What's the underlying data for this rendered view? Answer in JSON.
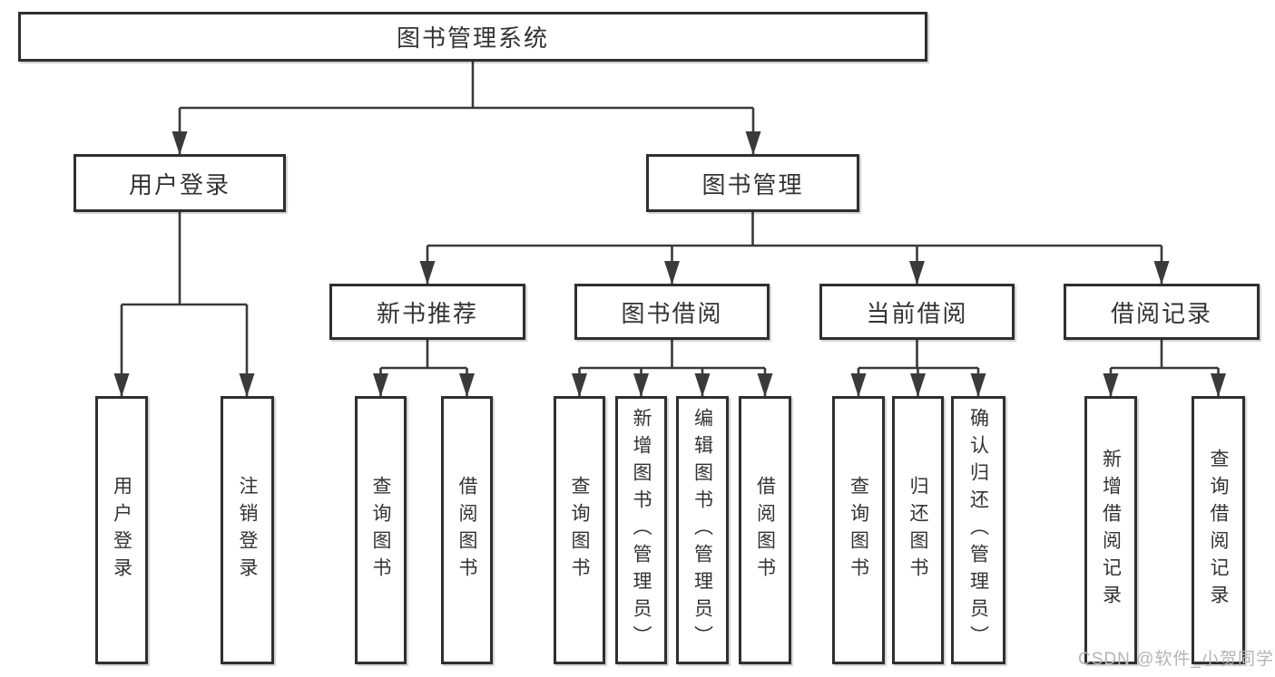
{
  "diagram": {
    "title": "图书管理系统",
    "watermark": "CSDN @软件_小贺同学",
    "colors": {
      "background": "#ffffff",
      "box_fill": "#ffffff",
      "box_border": "#2f2f2f",
      "connector": "#3a3a3a",
      "text": "#333333",
      "watermark": "#b4b4b4"
    },
    "nodes": {
      "root": {
        "label": "图书管理系统"
      },
      "user_login": {
        "label": "用户登录"
      },
      "book_mgmt": {
        "label": "图书管理"
      },
      "new_book_rec": {
        "label": "新书推荐"
      },
      "book_borrow": {
        "label": "图书借阅"
      },
      "current_borrow": {
        "label": "当前借阅"
      },
      "borrow_record": {
        "label": "借阅记录"
      },
      "login_user": {
        "label": "用户登录"
      },
      "login_logout": {
        "label": "注销登录"
      },
      "rec_query": {
        "label": "查询图书"
      },
      "rec_borrow": {
        "label": "借阅图书"
      },
      "bb_query": {
        "label": "查询图书"
      },
      "bb_add": {
        "label": "新增图书（管理员）"
      },
      "bb_edit": {
        "label": "编辑图书（管理员）"
      },
      "bb_borrow": {
        "label": "借阅图书"
      },
      "cb_query": {
        "label": "查询图书"
      },
      "cb_return": {
        "label": "归还图书"
      },
      "cb_confirm": {
        "label": "确认归还（管理员）"
      },
      "br_add": {
        "label": "新增借阅记录"
      },
      "br_query": {
        "label": "查询借阅记录"
      }
    },
    "structure": {
      "root": "图书管理系统",
      "children": [
        {
          "label": "用户登录",
          "children": [
            "用户登录",
            "注销登录"
          ]
        },
        {
          "label": "图书管理",
          "children": [
            {
              "label": "新书推荐",
              "children": [
                "查询图书",
                "借阅图书"
              ]
            },
            {
              "label": "图书借阅",
              "children": [
                "查询图书",
                "新增图书（管理员）",
                "编辑图书（管理员）",
                "借阅图书"
              ]
            },
            {
              "label": "当前借阅",
              "children": [
                "查询图书",
                "归还图书",
                "确认归还（管理员）"
              ]
            },
            {
              "label": "借阅记录",
              "children": [
                "新增借阅记录",
                "查询借阅记录"
              ]
            }
          ]
        }
      ]
    }
  }
}
